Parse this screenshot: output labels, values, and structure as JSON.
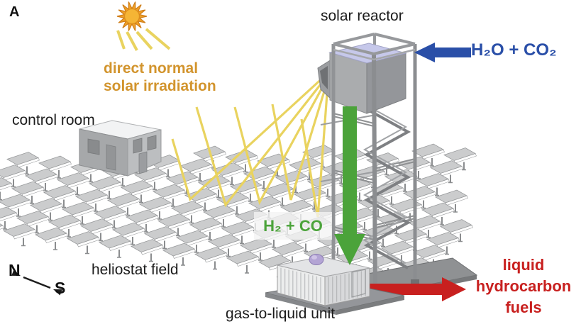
{
  "figure": {
    "panel_label": "A",
    "labels": {
      "irradiation_line1": "direct normal",
      "irradiation_line2": "solar irradiation",
      "control_room": "control room",
      "solar_reactor": "solar reactor",
      "heliostat_field": "heliostat field",
      "gas_to_liquid_unit": "gas-to-liquid unit",
      "inflow": "H₂O + CO₂",
      "syngas": "H₂ + CO",
      "fuel_line1": "liquid",
      "fuel_line2": "hydrocarbon",
      "fuel_line3": "fuels",
      "compass_north": "N",
      "compass_south": "S"
    },
    "colors": {
      "irradiation_text": "#d2942d",
      "ray_yellow": "#e9d35f",
      "sun_fill": "#f0a127",
      "sun_stroke": "#cf7d17",
      "inflow_blue": "#2a4fa8",
      "syngas_green": "#4ba33a",
      "fuel_red": "#c8201f",
      "label_black": "#1c1c1c"
    }
  }
}
